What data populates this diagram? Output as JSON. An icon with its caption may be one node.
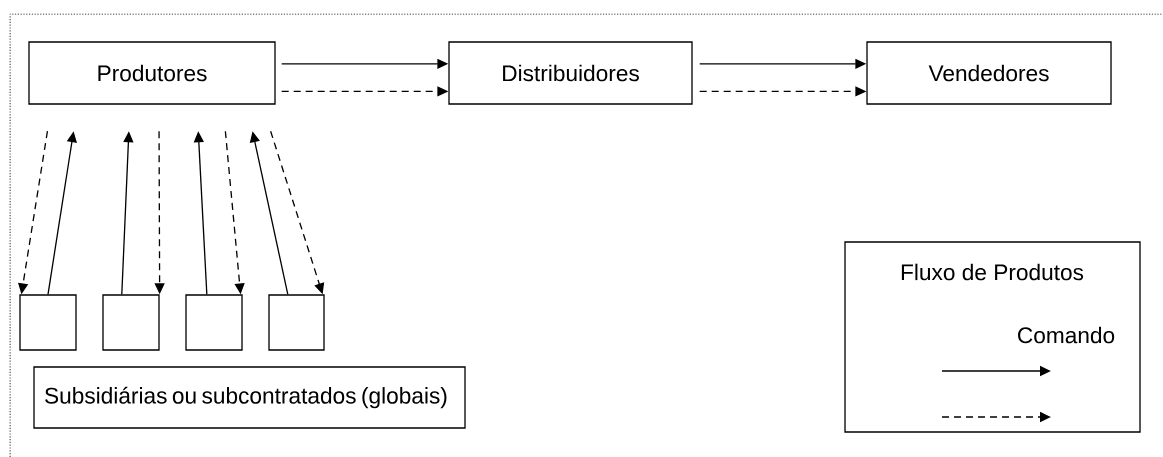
{
  "diagram": {
    "nodes": [
      {
        "text": [
          "Produtores"
        ]
      },
      {
        "text": [
          "Distribuidores"
        ]
      },
      {
        "text": [
          "Vendedores"
        ]
      },
      {
        "text": [],
        "shape": "box"
      },
      {
        "text": [],
        "shape": "box"
      },
      {
        "text": [],
        "shape": "box"
      },
      {
        "text": [],
        "shape": "box"
      },
      {
        "text": [
          "Subsidiárias ou subcontratados (globais)"
        ]
      }
    ],
    "edges": [
      {
        "from": 0,
        "to": 1,
        "arrow": "to"
      },
      {
        "from": 0,
        "to": 1,
        "arrow": "to",
        "style": "dashed"
      },
      {
        "from": 1,
        "to": 2,
        "arrow": "to"
      },
      {
        "from": 1,
        "to": 2,
        "arrow": "to",
        "style": "dashed"
      },
      {
        "from": 0,
        "to": 3,
        "arrow": "to",
        "style": "dashed"
      },
      {
        "from": 3,
        "to": 0,
        "arrow": "to"
      },
      {
        "from": 4,
        "to": 0,
        "arrow": "to"
      },
      {
        "from": 0,
        "to": 4,
        "arrow": "to",
        "style": "dashed"
      },
      {
        "from": 5,
        "to": 0,
        "arrow": "to"
      },
      {
        "from": 0,
        "to": 5,
        "arrow": "to",
        "style": "dashed"
      },
      {
        "from": 6,
        "to": 0,
        "arrow": "to"
      },
      {
        "from": 0,
        "to": 6,
        "arrow": "to",
        "style": "dashed"
      }
    ],
    "legend": [
      {
        "text": "Fluxo de Produtos"
      },
      {
        "text": "Comando"
      }
    ]
  }
}
